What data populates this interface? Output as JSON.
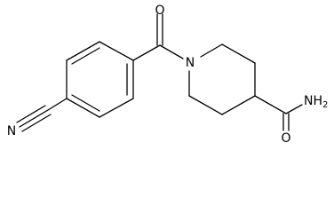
{
  "molecule": {
    "atoms": {
      "ketone_oxygen": "O",
      "ring_nitrogen": "N",
      "nitrile_nitrogen": "N",
      "amide_nitrogen": "NH",
      "amide_nitrogen_subscript": "2",
      "amide_oxygen": "O"
    },
    "colors": {
      "bond": "#000000",
      "label": "#000000",
      "background": "#ffffff"
    }
  }
}
